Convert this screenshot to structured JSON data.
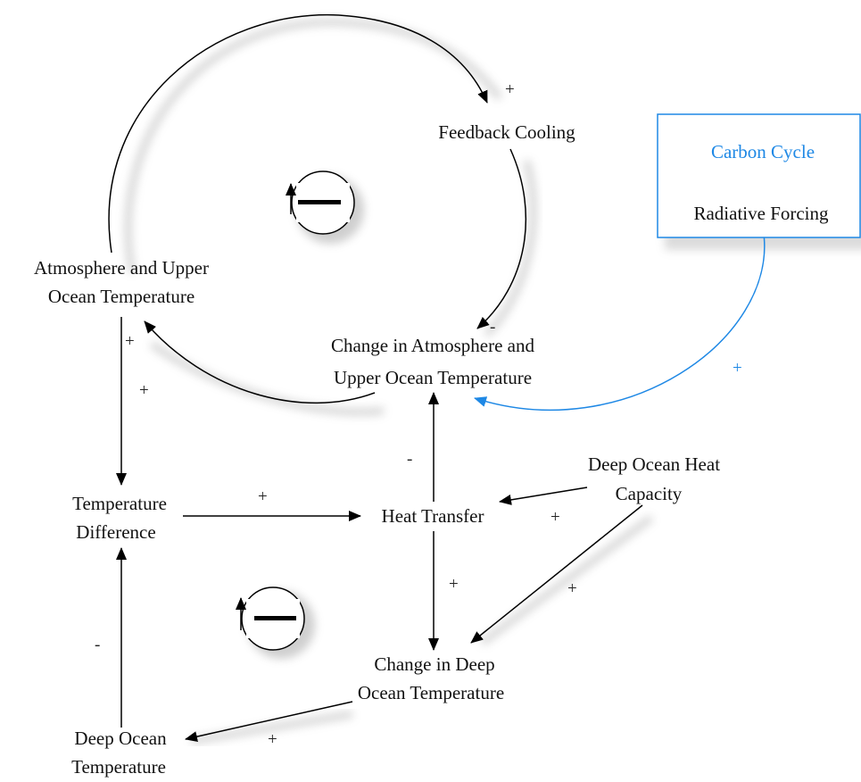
{
  "nodes": {
    "feedback_cooling": "Feedback Cooling",
    "atmo_temp_1": "Atmosphere and Upper",
    "atmo_temp_2": "Ocean Temperature",
    "change_atmo_1": "Change in Atmosphere and",
    "change_atmo_2": "Upper Ocean Temperature",
    "temp_diff_1": "Temperature",
    "temp_diff_2": "Difference",
    "heat_transfer": "Heat Transfer",
    "deep_heat_cap_1": "Deep Ocean Heat",
    "deep_heat_cap_2": "Capacity",
    "change_deep_1": "Change in Deep",
    "change_deep_2": "Ocean Temperature",
    "deep_temp_1": "Deep Ocean",
    "deep_temp_2": "Temperature"
  },
  "module": {
    "title": "Carbon Cycle",
    "label": "Radiative Forcing"
  },
  "signs": {
    "atmo_to_cooling": "+",
    "cooling_to_change": "-",
    "atmo_down": "+",
    "atmo_to_diff": "+",
    "diff_to_transfer": "+",
    "transfer_to_change_atmo": "-",
    "capacity_to_transfer": "+",
    "capacity_to_change_deep": "+",
    "transfer_to_change_deep": "+",
    "change_deep_to_deep": "+",
    "deep_to_diff": "-",
    "forcing_to_change": "+"
  },
  "loops": [
    {
      "polarity": "balancing",
      "symbol": "—"
    },
    {
      "polarity": "balancing",
      "symbol": "—"
    }
  ],
  "colors": {
    "link": "#000000",
    "module_border": "#1e88e5",
    "module_title": "#1e88e5",
    "forcing_link": "#1e88e5"
  }
}
